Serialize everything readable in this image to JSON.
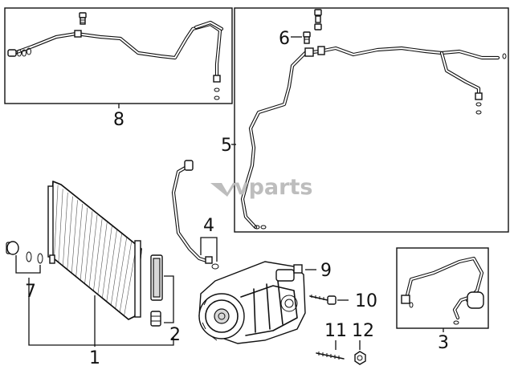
{
  "watermark": {
    "text": "vparts"
  },
  "callouts": [
    {
      "id": "1",
      "label": "1"
    },
    {
      "id": "2",
      "label": "2"
    },
    {
      "id": "3",
      "label": "3"
    },
    {
      "id": "4",
      "label": "4"
    },
    {
      "id": "5",
      "label": "5"
    },
    {
      "id": "6",
      "label": "6"
    },
    {
      "id": "7",
      "label": "7"
    },
    {
      "id": "8",
      "label": "8"
    },
    {
      "id": "9",
      "label": "9"
    },
    {
      "id": "10",
      "label": "10"
    },
    {
      "id": "11",
      "label": "11"
    },
    {
      "id": "12",
      "label": "12"
    }
  ]
}
